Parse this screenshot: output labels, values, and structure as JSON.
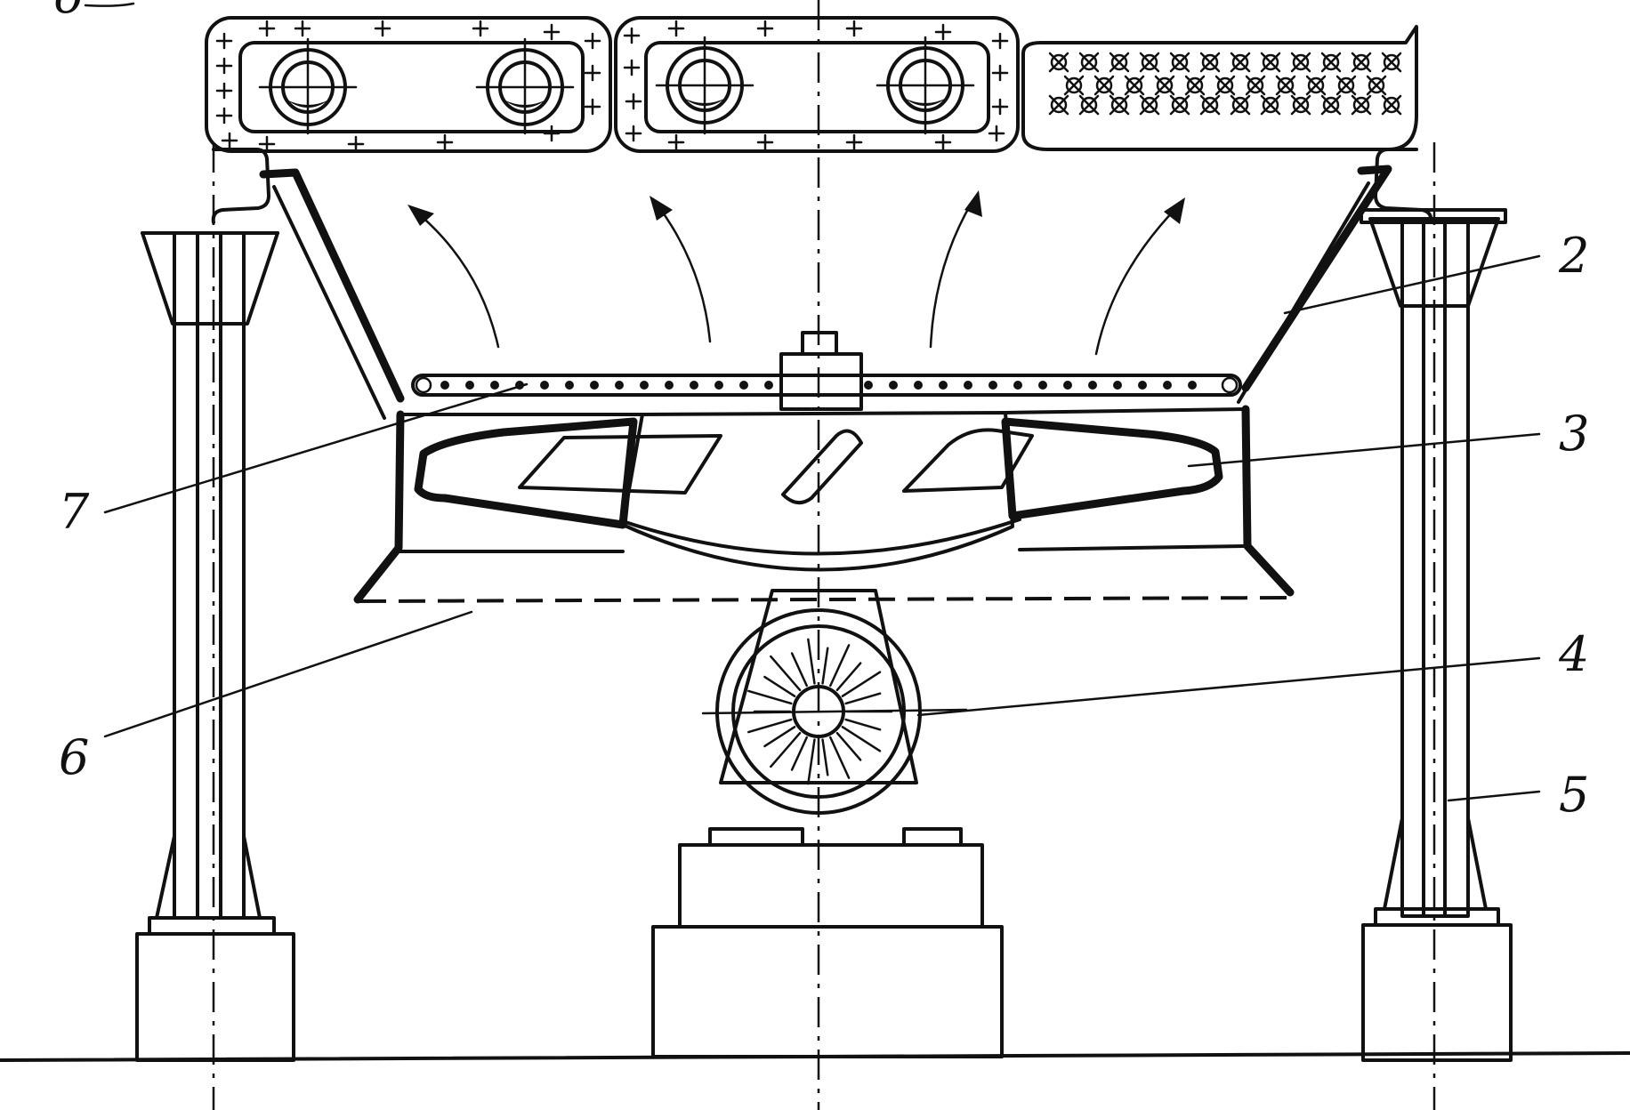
{
  "diagram": {
    "callouts": [
      {
        "id": "2",
        "text": "2"
      },
      {
        "id": "3",
        "text": "3"
      },
      {
        "id": "4",
        "text": "4"
      },
      {
        "id": "5",
        "text": "5"
      },
      {
        "id": "6",
        "text": "6"
      },
      {
        "id": "7",
        "text": "7"
      }
    ],
    "corner_mark": "б",
    "colors": {
      "ink": "#111111",
      "paper": "#ffffff"
    }
  }
}
